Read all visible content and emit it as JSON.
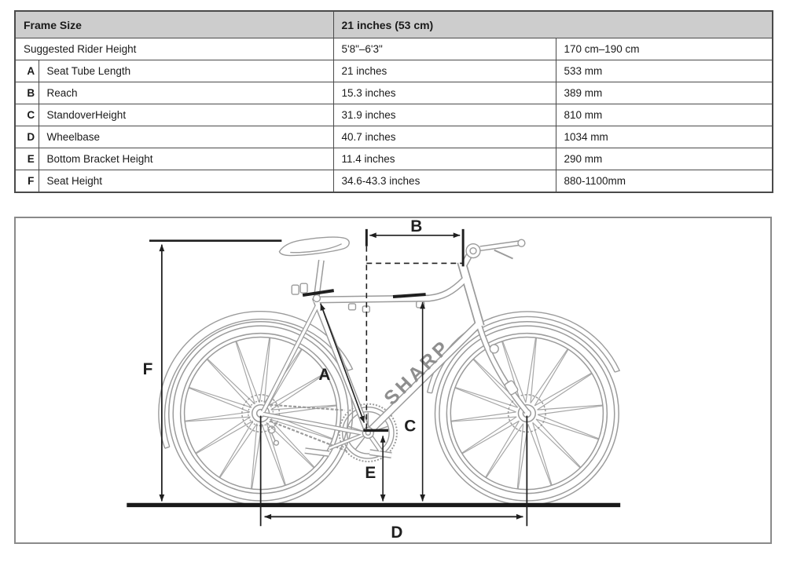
{
  "spec_table": {
    "header": {
      "frame_size_label": "Frame Size",
      "frame_size_value": "21 inches (53 cm)"
    },
    "rider_height": {
      "label": "Suggested Rider Height",
      "imperial": "5'8\"–6'3\"",
      "metric": "170 cm–190 cm"
    },
    "rows": [
      {
        "letter": "A",
        "name": "Seat Tube Length",
        "imperial": "21 inches",
        "metric": "533 mm"
      },
      {
        "letter": "B",
        "name": "Reach",
        "imperial": "15.3 inches",
        "metric": "389 mm"
      },
      {
        "letter": "C",
        "name": "StandoverHeight",
        "imperial": "31.9 inches",
        "metric": "810 mm"
      },
      {
        "letter": "D",
        "name": "Wheelbase",
        "imperial": "40.7 inches",
        "metric": "1034 mm"
      },
      {
        "letter": "E",
        "name": "Bottom Bracket Height",
        "imperial": "11.4 inches",
        "metric": "290 mm"
      },
      {
        "letter": "F",
        "name": "Seat Height",
        "imperial": "34.6-43.3 inches",
        "metric": "880-1100mm"
      }
    ]
  },
  "diagram": {
    "brand": "SHARP",
    "labels": {
      "A": "A",
      "B": "B",
      "C": "C",
      "D": "D",
      "E": "E",
      "F": "F"
    }
  },
  "colors": {
    "table_header_bg": "#cdcdcd",
    "table_border": "#4a4a4a",
    "bike_line": "#9b9b9b",
    "annotation": "#1f1f1f"
  }
}
